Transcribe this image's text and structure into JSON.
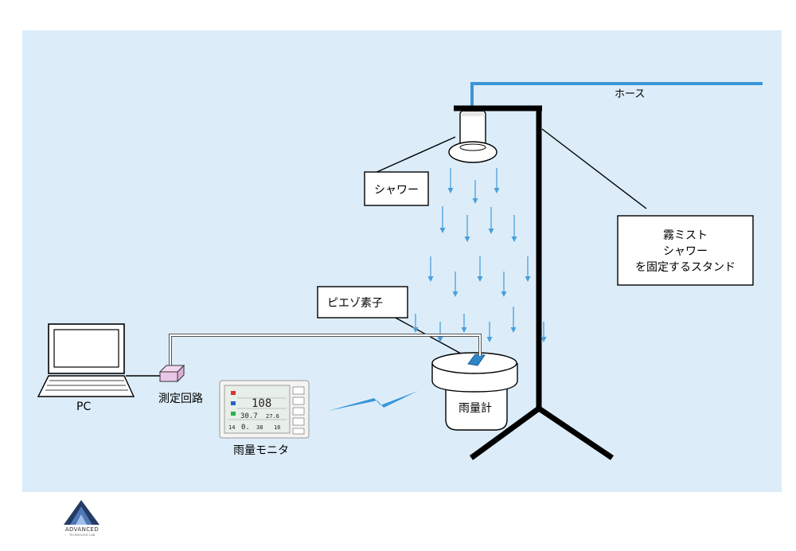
{
  "colors": {
    "background_panel": "#dcedf9",
    "hose": "#3a95d8",
    "drops": "#4a9fdc",
    "stand": "#000000",
    "circuit_box": "#e9c6e6",
    "piezo": "#2f86c8",
    "wireless": "#3a95d8"
  },
  "labels": {
    "hose": "ホース",
    "shower": "シャワー",
    "stand_line1": "霧ミスト",
    "stand_line2": "シャワー",
    "stand_line3": "を固定するスタンド",
    "piezo": "ピエゾ素子",
    "pc": "PC",
    "circuit": "測定回路",
    "monitor": "雨量モニタ",
    "rain_gauge": "雨量計"
  },
  "monitor_display": {
    "main_value": "108",
    "second_value": "30.7",
    "second_small": "27.6",
    "bottom_left": "14",
    "bottom_mid": "0.",
    "bottom_right": "38",
    "bottom_end": "16"
  },
  "logo": {
    "name": "ADVANCED",
    "sub": "TECHNOLOGY LAB"
  }
}
